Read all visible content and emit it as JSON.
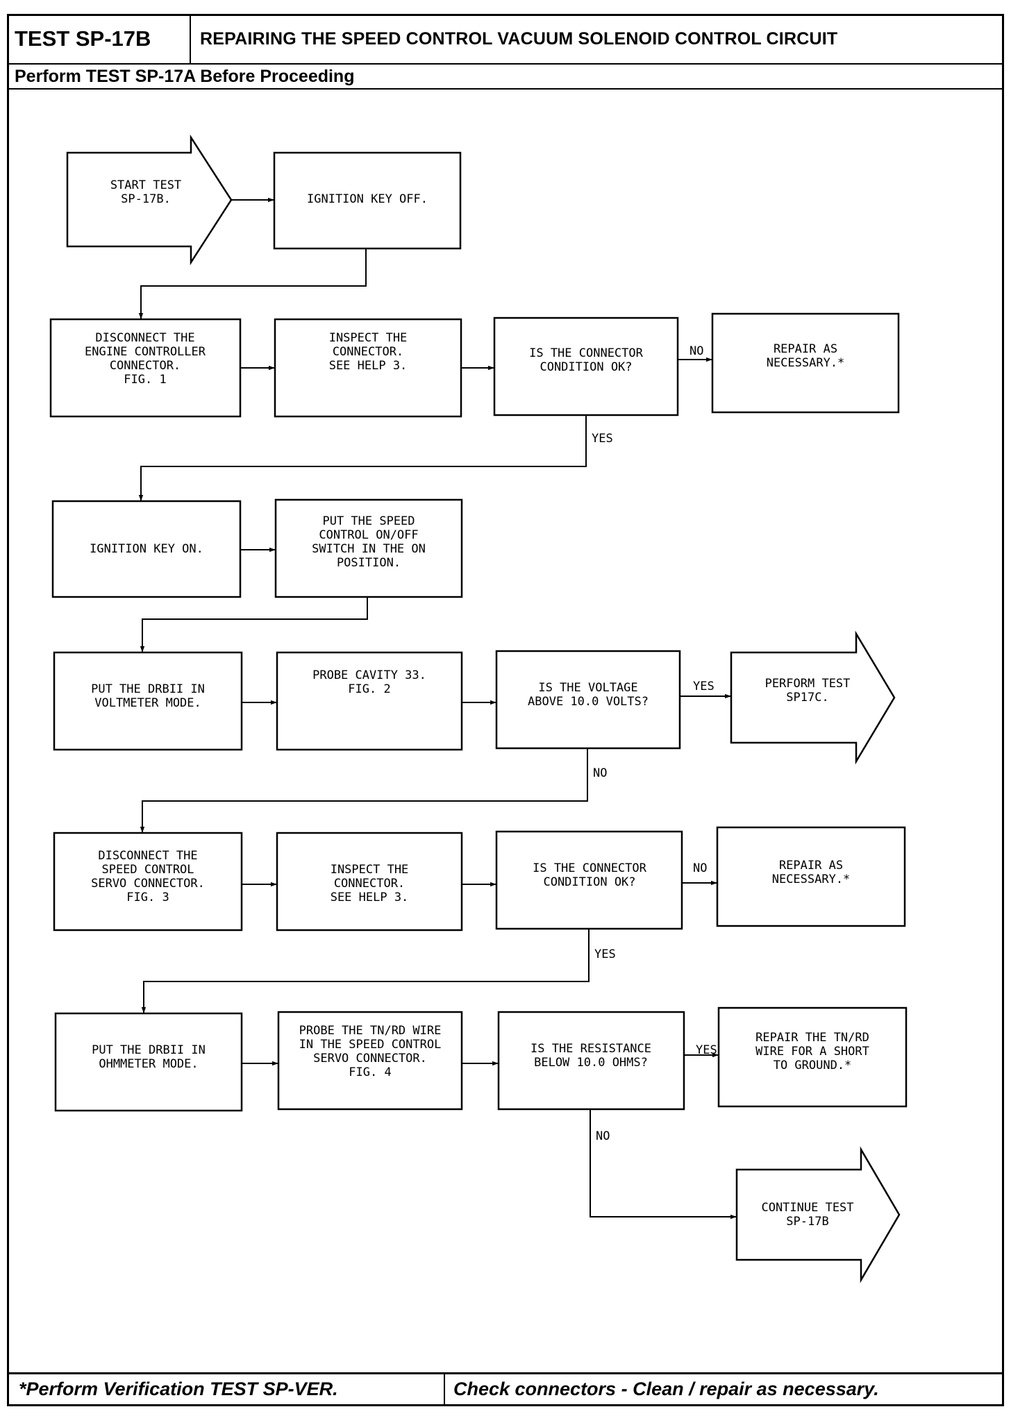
{
  "header": {
    "test_id": "TEST SP-17B",
    "title": "REPAIRING THE SPEED CONTROL VACUUM SOLENOID CONTROL CIRCUIT",
    "prerequisite": "Perform TEST SP-17A Before Proceeding"
  },
  "footer": {
    "left": "*Perform Verification TEST SP-VER.",
    "right": "Check connectors - Clean / repair as necessary."
  },
  "flow": {
    "start": [
      "START TEST",
      "SP-17B."
    ],
    "ignition_off": [
      "IGNITION KEY OFF."
    ],
    "disconnect_engine": [
      "DISCONNECT THE",
      "ENGINE CONTROLLER",
      "CONNECTOR.",
      "",
      "FIG. 1"
    ],
    "inspect_1": [
      "INSPECT THE",
      "CONNECTOR.",
      "SEE HELP 3."
    ],
    "question_1": [
      "IS THE CONNECTOR",
      "CONDITION OK?"
    ],
    "repair_1": [
      "REPAIR AS",
      "NECESSARY.*"
    ],
    "ignition_on": [
      "IGNITION KEY ON."
    ],
    "switch_on": [
      "PUT THE SPEED",
      "CONTROL ON/OFF",
      "SWITCH IN THE ON",
      "POSITION."
    ],
    "drb_volt": [
      "PUT THE DRBII IN",
      "VOLTMETER MODE."
    ],
    "probe_33": [
      "PROBE CAVITY 33.",
      "",
      "",
      "",
      "FIG. 2"
    ],
    "question_2": [
      "IS THE VOLTAGE",
      "ABOVE 10.0 VOLTS?"
    ],
    "perform_17c": [
      "PERFORM TEST",
      "SP17C."
    ],
    "disconnect_servo": [
      "DISCONNECT THE",
      "SPEED CONTROL",
      "SERVO CONNECTOR.",
      "",
      "FIG. 3"
    ],
    "inspect_2": [
      "INSPECT THE",
      "CONNECTOR.",
      "SEE HELP 3."
    ],
    "question_3": [
      "IS THE CONNECTOR",
      "CONDITION OK?"
    ],
    "repair_2": [
      "REPAIR AS",
      "NECESSARY.*"
    ],
    "drb_ohm": [
      "PUT THE DRBII IN",
      "OHMMETER MODE."
    ],
    "probe_wire": [
      "PROBE THE TN/RD WIRE",
      "IN THE SPEED CONTROL",
      "SERVO CONNECTOR.",
      "",
      "FIG. 4"
    ],
    "question_4": [
      "IS THE RESISTANCE",
      "BELOW 10.0 OHMS?"
    ],
    "repair_wire": [
      "REPAIR THE TN/RD",
      "WIRE FOR A SHORT",
      "TO GROUND.*"
    ],
    "continue": [
      "CONTINUE TEST",
      "SP-17B"
    ]
  },
  "edge_labels": {
    "no": "NO",
    "yes": "YES"
  }
}
